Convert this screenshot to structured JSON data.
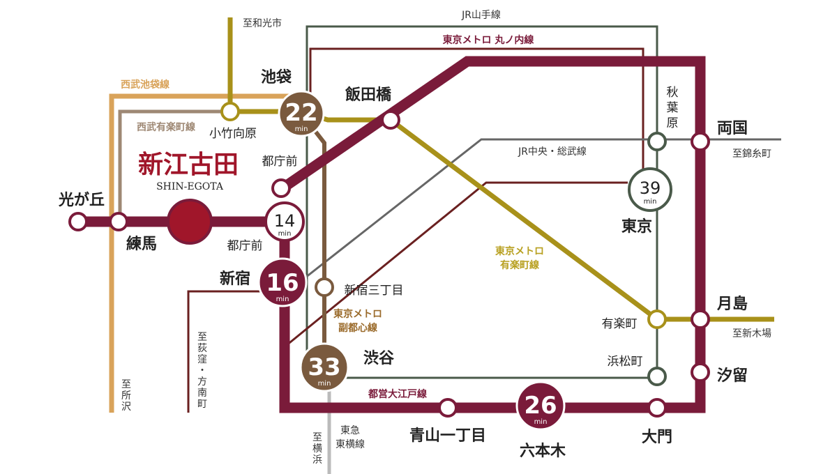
{
  "colors": {
    "oedo": "#7A1B3A",
    "yurakucho": "#A8911A",
    "fukutoshin": "#7A5A3E",
    "yamanote": "#4A5A4A",
    "marunouchi": "#6A2020",
    "chuo_sobu": "#666666",
    "seibu_ikebukuro": "#D9A35A",
    "seibu_yurakucho": "#9E8874",
    "tokyu": "#BBBBBB",
    "hero": "#A0162A"
  },
  "hero": {
    "name": "新江古田",
    "romaji": "SHIN-EGOTA"
  },
  "lines": {
    "yamanote": "JR山手線",
    "marunouchi": "東京メトロ 丸ノ内線",
    "seibu_ikebukuro": "西武池袋線",
    "seibu_yurakucho": "西武有楽町線",
    "chuo_sobu": "JR中央・総武線",
    "yurakucho": [
      "東京メトロ",
      "有楽町線"
    ],
    "fukutoshin": [
      "東京メトロ",
      "副都心線"
    ],
    "oedo": "都営大江戸線",
    "tokyu": [
      "東急",
      "東横線"
    ]
  },
  "destinations": {
    "wako": "至和光市",
    "tokorozawa": [
      "至",
      "所",
      "沢"
    ],
    "ogikubo": [
      "至",
      "荻",
      "窪",
      "・",
      "方",
      "南",
      "町"
    ],
    "yokohama": [
      "至",
      "横",
      "浜"
    ],
    "kinshicho": "至錦糸町",
    "shinkiba": "至新木場"
  },
  "stations": {
    "hikarigaoka": "光が丘",
    "nerima": "練馬",
    "kotakemukaihara": "小竹向原",
    "ikebukuro": "池袋",
    "iidabashi": "飯田橋",
    "tochomae_upper": "都庁前",
    "tochomae_lower": "都庁前",
    "shinjuku": "新宿",
    "shinjuku_sanchome": "新宿三丁目",
    "shibuya": "渋谷",
    "akihabara": [
      "秋",
      "葉",
      "原"
    ],
    "ryogoku": "両国",
    "tokyo": "東京",
    "tsukishima": "月島",
    "yurakucho": "有楽町",
    "shiodome": "汐留",
    "hamamatsucho": "浜松町",
    "daimon": "大門",
    "roppongi": "六本木",
    "aoyama_itchome": "青山一丁目"
  },
  "times": {
    "ikebukuro": "22",
    "tochomae": "14",
    "shinjuku": "16",
    "tokyo": "39",
    "shibuya": "33",
    "roppongi": "26",
    "unit": "min"
  }
}
